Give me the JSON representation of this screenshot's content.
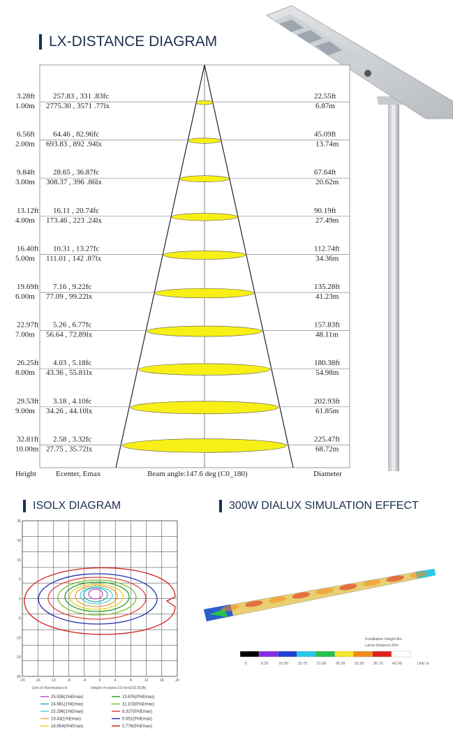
{
  "lx_section": {
    "title": "LX-DISTANCE DIAGRAM",
    "rows": [
      {
        "height_ft": "3.28ft",
        "height_m": "1.00m",
        "fc": "257.83 , 331 .83fc",
        "lx": "2775.30 , 3571 .77lx",
        "diam_ft": "22.55ft",
        "diam_m": "6.87m"
      },
      {
        "height_ft": "6.56ft",
        "height_m": "2.00m",
        "fc": "64.46 , 82.96fc",
        "lx": "693.83 , 892 .94lx",
        "diam_ft": "45.09ft",
        "diam_m": "13.74m"
      },
      {
        "height_ft": "9.84ft",
        "height_m": "3.00m",
        "fc": "28.65 , 36.87fc",
        "lx": "308.37 , 396 .86lx",
        "diam_ft": "67.64ft",
        "diam_m": "20.62m"
      },
      {
        "height_ft": "13.12ft",
        "height_m": "4.00m",
        "fc": "16.11 , 20.74fc",
        "lx": "173.46 , 223 .24lx",
        "diam_ft": "90.19ft",
        "diam_m": "27.49m"
      },
      {
        "height_ft": "16.40ft",
        "height_m": "5.00m",
        "fc": "10.31 , 13.27fc",
        "lx": "111.01 , 142 .87lx",
        "diam_ft": "112.74ft",
        "diam_m": "34.36m"
      },
      {
        "height_ft": "19.69ft",
        "height_m": "6.00m",
        "fc": "7.16 , 9.22fc",
        "lx": "77.09 , 99.22lx",
        "diam_ft": "135.28ft",
        "diam_m": "41.23m"
      },
      {
        "height_ft": "22.97ft",
        "height_m": "7.00m",
        "fc": "5.26 , 6.77fc",
        "lx": "56.64 , 72.89lx",
        "diam_ft": "157.83ft",
        "diam_m": "48.11m"
      },
      {
        "height_ft": "26.25ft",
        "height_m": "8.00m",
        "fc": "4.03 , 5.18fc",
        "lx": "43.36 , 55.81lx",
        "diam_ft": "180.38ft",
        "diam_m": "54.98m"
      },
      {
        "height_ft": "29.53ft",
        "height_m": "9.00m",
        "fc": "3.18 , 4.10fc",
        "lx": "34.26 , 44.10lx",
        "diam_ft": "202.93ft",
        "diam_m": "61.85m"
      },
      {
        "height_ft": "32.81ft",
        "height_m": "10.00m",
        "fc": "2.58 , 3.32fc",
        "lx": "27.75 , 35.72lx",
        "diam_ft": "225.47ft",
        "diam_m": "68.72m"
      }
    ],
    "footer": {
      "height": "Height",
      "ecenter": "Ecenter, Emax",
      "beam": "Beam angle:147.6 deg (C0_180)",
      "diameter": "Diameter"
    },
    "ellipse_color": "#f7ef16"
  },
  "isolx_section": {
    "title": "ISOLX DIAGRAM",
    "y_ticks": [
      "20",
      "15",
      "10",
      "5",
      "0",
      "-5",
      "-10",
      "-15",
      "-20"
    ],
    "x_ticks": [
      "-20",
      "-16",
      "-12",
      "-8",
      "-4",
      "0",
      "4",
      "8",
      "12",
      "16",
      "20"
    ],
    "unit_label": "Unit of illumination:lx",
    "plane_label": "Height of plane:10.0(m)/32.81(ft)",
    "legend": [
      {
        "label": "25.536(1%Emax)",
        "color": "#c050c0"
      },
      {
        "label": "13.876(0%Emax)",
        "color": "#2aa02a"
      },
      {
        "label": "24.981(1%Emax)",
        "color": "#2fb0a8"
      },
      {
        "label": "11.103(0%Emax)",
        "color": "#7bbf2a"
      },
      {
        "label": "22.296(1%Emax)",
        "color": "#5fd0e0"
      },
      {
        "label": "8.327(0%Emax)",
        "color": "#e04040"
      },
      {
        "label": "19.43(1%Emax)",
        "color": "#f0a040"
      },
      {
        "label": "5.551(0%Emax)",
        "color": "#2030b0"
      },
      {
        "label": "16.654(0%Emax)",
        "color": "#e8d030"
      },
      {
        "label": "2.776(0%Emax)",
        "color": "#d02020"
      }
    ]
  },
  "dialux_section": {
    "title": "300W DIALUX SIMULATION EFFECT",
    "install_height": "Installation Height:8m",
    "lamp_distance": "Lamp distance:32m",
    "scale_values": [
      "0",
      "5.25",
      "10.50",
      "15.75",
      "21.00",
      "26.25",
      "31.50",
      "36.75",
      "42.00"
    ],
    "scale_unit": "Unit: lx",
    "scale_colors": [
      "#000000",
      "#8a2be2",
      "#1f3fd8",
      "#27c9e8",
      "#27c24a",
      "#f2e62a",
      "#f28a1c",
      "#e0201c",
      "#ffffff"
    ]
  }
}
